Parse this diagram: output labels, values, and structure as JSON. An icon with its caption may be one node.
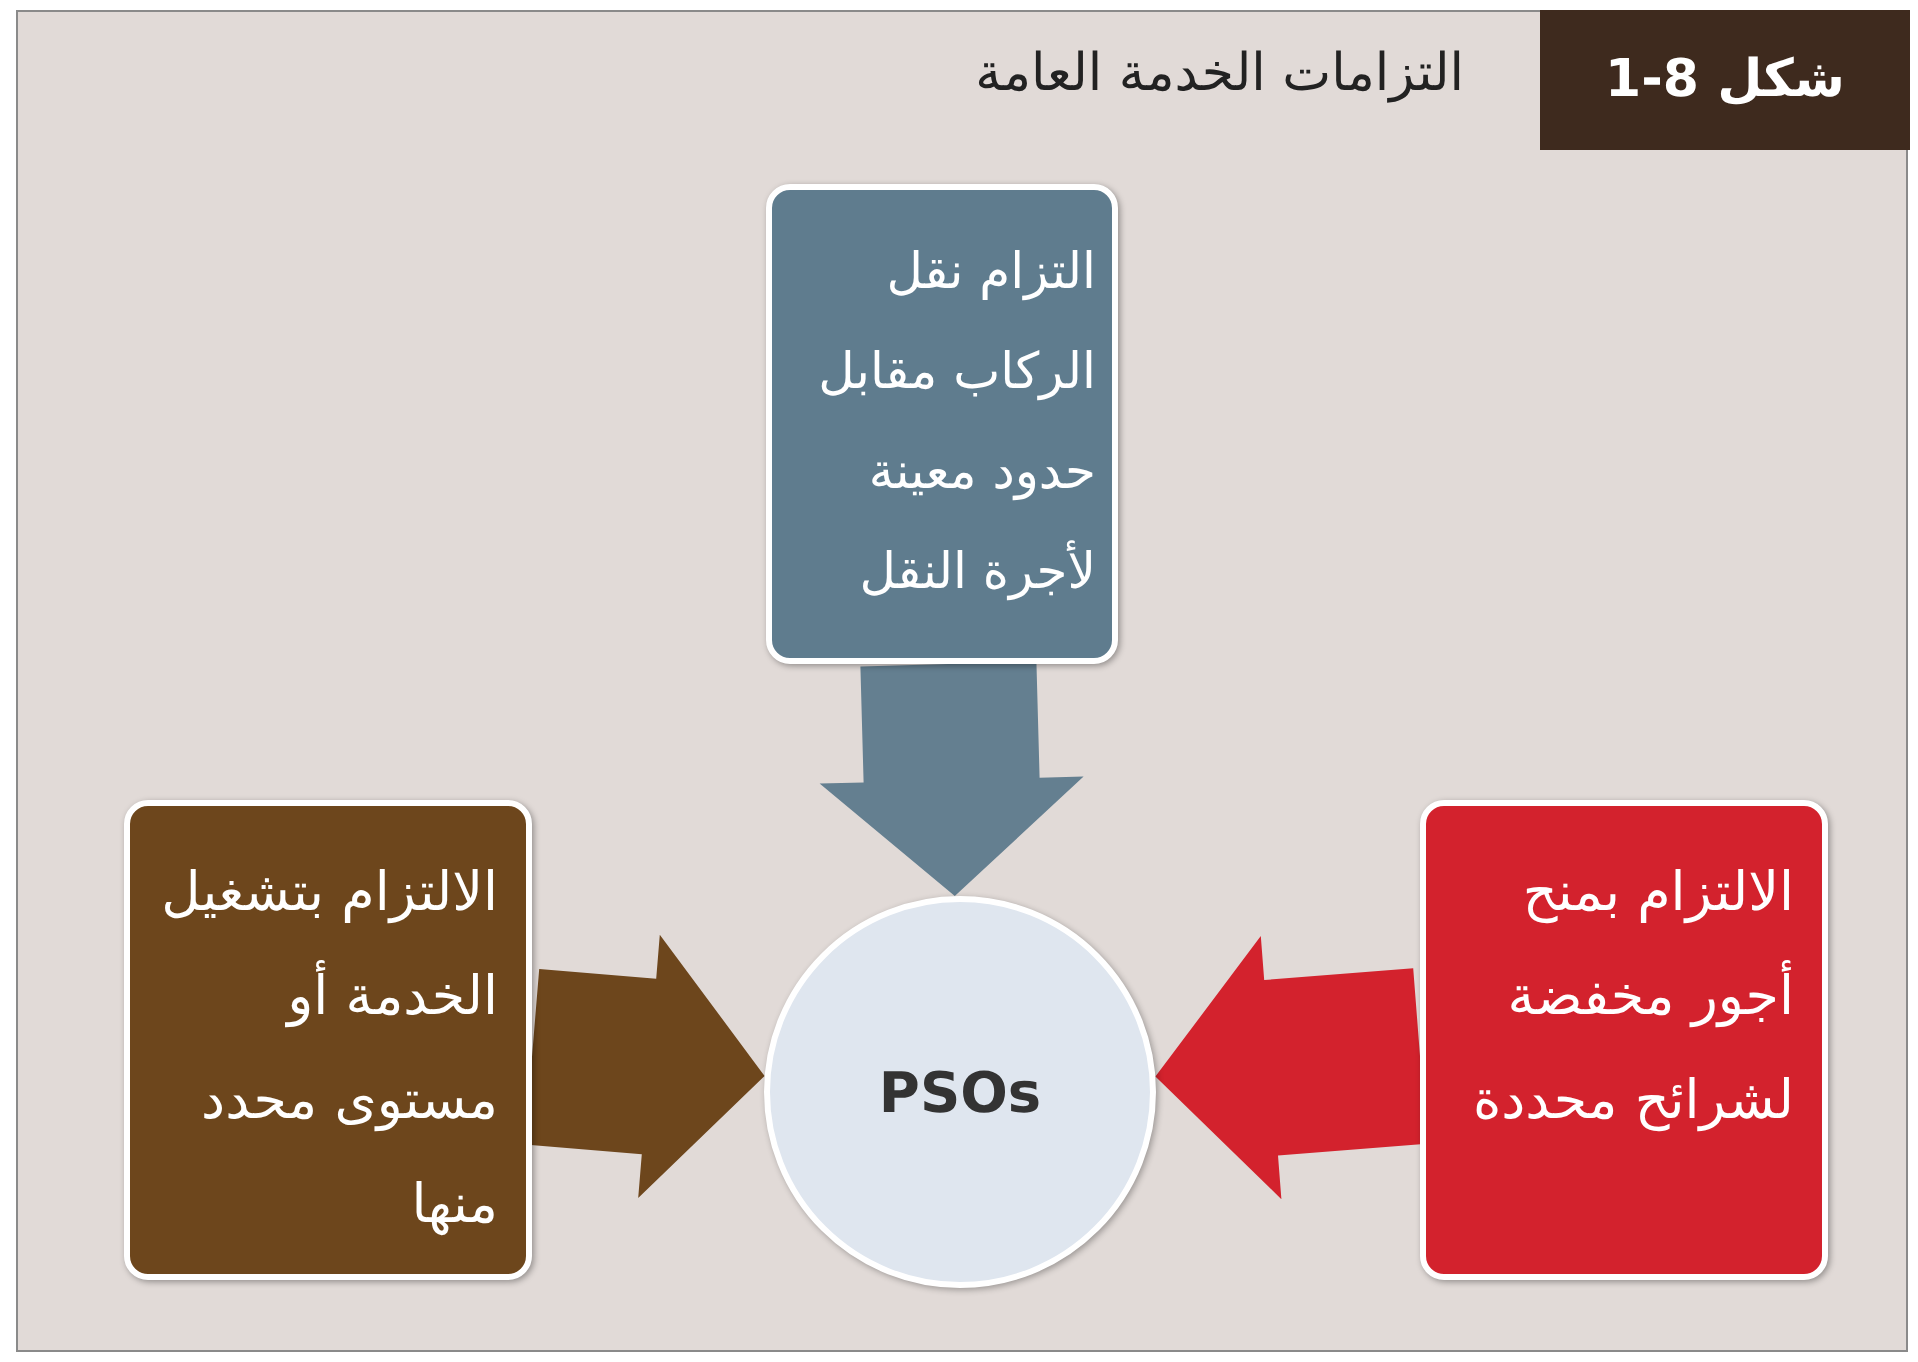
{
  "diagram": {
    "title": "التزامات الخدمة العامة",
    "nodes": [
      {
        "text": [
          "شكل 1-8"
        ]
      },
      {
        "text": [
          "التزام نقل الركاب مقابل حدود معينة لأجرة النقل"
        ]
      },
      {
        "text": [
          "الالتزام بمنح أجور مخفضة لشرائح محددة"
        ]
      },
      {
        "text": [
          "PSOs"
        ]
      },
      {
        "text": [
          "الالتزام بتشغيل الخدمة أو مستوى محدد منها"
        ]
      }
    ],
    "edges": [
      {
        "from": 1,
        "to": 3,
        "arrow": "to",
        "color": "#647f90"
      },
      {
        "from": 2,
        "to": 3,
        "arrow": "to",
        "color": "#d3222d"
      },
      {
        "from": 4,
        "to": 3,
        "arrow": "to",
        "color": "#6d461c"
      }
    ]
  }
}
